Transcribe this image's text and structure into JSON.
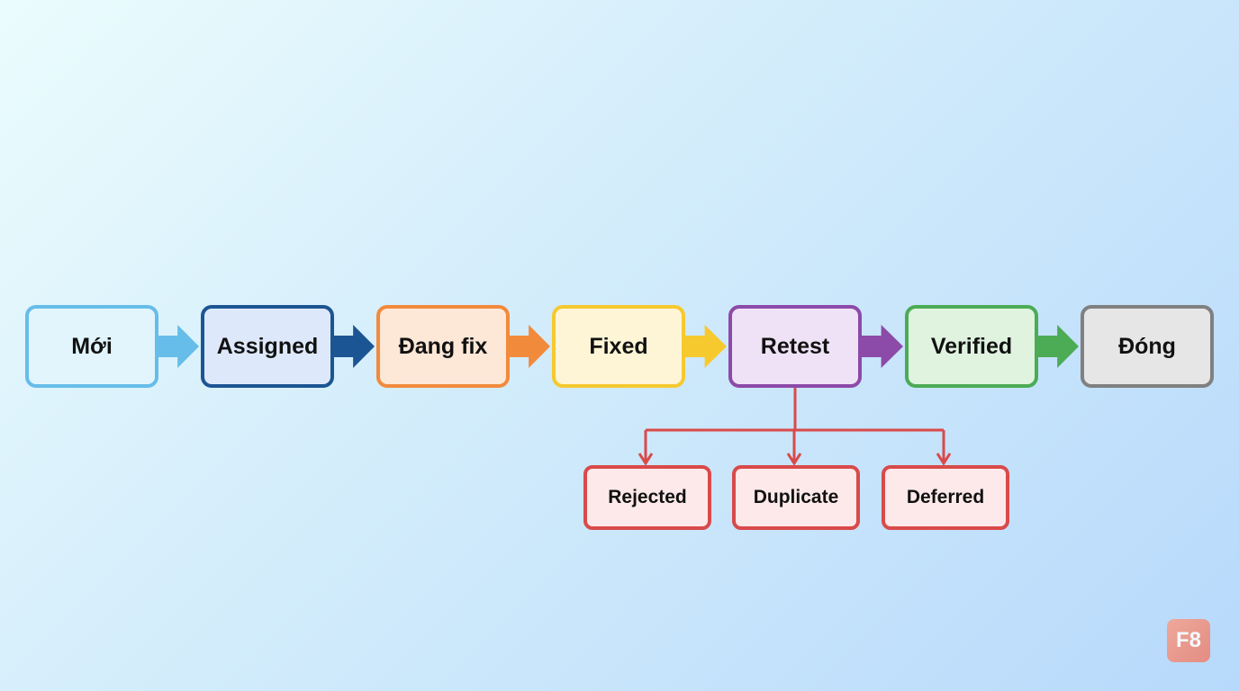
{
  "flow": {
    "states": [
      {
        "label": "Mới",
        "border": "#66bde9",
        "fill": "#e2f5fd",
        "arrow": "#66bde9"
      },
      {
        "label": "Assigned",
        "border": "#1c5593",
        "fill": "#dde9fb",
        "arrow": "#1c5593"
      },
      {
        "label": "Đang fix",
        "border": "#f28a3c",
        "fill": "#fde7d6",
        "arrow": "#f28a3c"
      },
      {
        "label": "Fixed",
        "border": "#f6c92f",
        "fill": "#fdf5d5",
        "arrow": "#f6c92f"
      },
      {
        "label": "Retest",
        "border": "#8c4aa9",
        "fill": "#efe2f6",
        "arrow": "#8c4aa9"
      },
      {
        "label": "Verified",
        "border": "#4cab55",
        "fill": "#dff3df",
        "arrow": "#4cab55"
      },
      {
        "label": "Đóng",
        "border": "#808080",
        "fill": "#e6e6e6",
        "arrow": ""
      }
    ]
  },
  "branch": {
    "color": "#d94a4a",
    "outcomes": [
      {
        "label": "Rejected"
      },
      {
        "label": "Duplicate"
      },
      {
        "label": "Deferred"
      }
    ]
  },
  "logo": {
    "text": "F8"
  }
}
